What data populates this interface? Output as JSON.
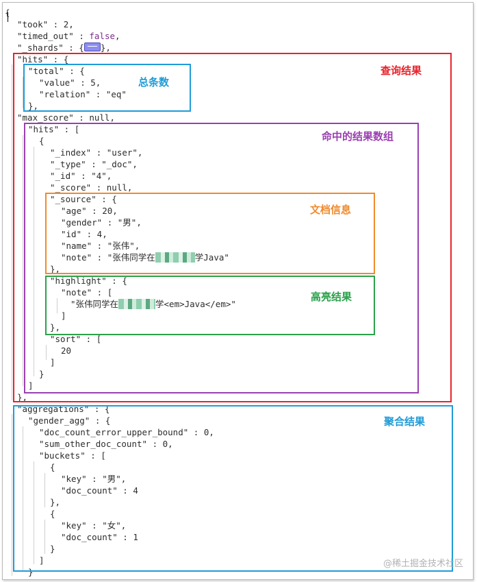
{
  "json_viewer": {
    "lines": {
      "open_brace": "{",
      "took_key": "\"took\"",
      "took_val": " : 2,",
      "timed_out_key": "\"timed_out\"",
      "timed_out_sep": " : ",
      "timed_out_val": "false",
      "timed_out_end": ",",
      "shards_key": "\"_shards\"",
      "shards_sep": " : {",
      "shards_end": "},",
      "hits_key": "\"hits\"",
      "hits_open": " : {",
      "total_key": "\"total\"",
      "total_open": " : {",
      "value_line": "\"value\" : 5,",
      "relation_line": "\"relation\" : \"eq\"",
      "total_close": "},",
      "max_score_line": "\"max_score\" : null,",
      "inner_hits_line": "\"hits\" : [",
      "hit_open": "{",
      "index_line": "\"_index\" : \"user\",",
      "type_line": "\"_type\" : \"_doc\",",
      "id_line": "\"_id\" : \"4\",",
      "score_line": "\"_score\" : null,",
      "source_open": "\"_source\" : {",
      "age_line": "\"age\" : 20,",
      "gender_line": "\"gender\" : \"男\",",
      "sid_line": "\"id\" : 4,",
      "name_line": "\"name\" : \"张伟\",",
      "note_prefix": "\"note\" : \"张伟同学在",
      "note_suffix": "学Java\"",
      "source_close": "},",
      "highlight_open": "\"highlight\" : {",
      "hl_note_open": "\"note\" : [",
      "hl_prefix": "\"张伟同学在",
      "hl_suffix": "学<em>Java</em>\"",
      "hl_note_close": "]",
      "highlight_close": "},",
      "sort_open": "\"sort\" : [",
      "sort_val": "20",
      "sort_close": "]",
      "hit_close": "}",
      "inner_hits_close": "]",
      "hits_close": "},",
      "aggs_open": "\"aggregations\" : {",
      "gender_agg_open": "\"gender_agg\" : {",
      "doc_err_line": "\"doc_count_error_upper_bound\" : 0,",
      "sum_other_line": "\"sum_other_doc_count\" : 0,",
      "buckets_open": "\"buckets\" : [",
      "b1_open": "{",
      "b1_key": "\"key\" : \"男\",",
      "b1_count": "\"doc_count\" : 4",
      "b1_close": "},",
      "b2_open": "{",
      "b2_key": "\"key\" : \"女\",",
      "b2_count": "\"doc_count\" : 1",
      "b2_close": "}",
      "buckets_close": "]",
      "tail": "}"
    }
  },
  "annotations": {
    "query_result": {
      "label": "查询结果",
      "color": "#e8232a"
    },
    "total_count": {
      "label": "总条数",
      "color": "#1f9bd7"
    },
    "hits_array": {
      "label": "命中的结果数组",
      "color": "#9a3fb0"
    },
    "doc_info": {
      "label": "文档信息",
      "color": "#f08a2c"
    },
    "highlight_result": {
      "label": "高亮结果",
      "color": "#2aa14a"
    },
    "aggregation_result": {
      "label": "聚合结果",
      "color": "#1f9bd7"
    }
  },
  "icons": {
    "collapsed": "collapsed-object-icon",
    "blurred": "redacted-text"
  },
  "watermark": "@稀土掘金技术社区"
}
